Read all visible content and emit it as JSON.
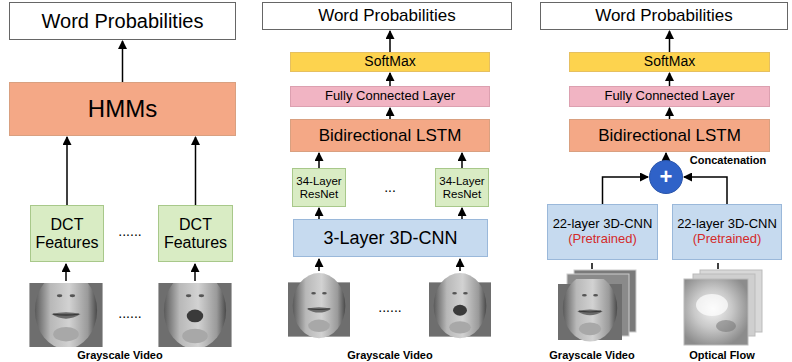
{
  "diagram": {
    "nodes": [
      {
        "text": [
          "Word Probabilities"
        ]
      },
      {
        "text": [
          "HMMs"
        ]
      },
      {
        "text": [
          "DCT Features"
        ]
      },
      {
        "text": [
          "DCT Features"
        ]
      },
      {
        "text": [
          "Word Probabilities"
        ]
      },
      {
        "text": [
          "SoftMax"
        ]
      },
      {
        "text": [
          "Fully Connected Layer"
        ]
      },
      {
        "text": [
          "Bidirectional LSTM"
        ]
      },
      {
        "text": [
          "34-Layer ResNet"
        ]
      },
      {
        "text": [
          "34-Layer ResNet"
        ]
      },
      {
        "text": [
          "3-Layer 3D-CNN"
        ]
      },
      {
        "text": [
          "Word Probabilities"
        ]
      },
      {
        "text": [
          "SoftMax"
        ]
      },
      {
        "text": [
          "Fully Connected Layer"
        ]
      },
      {
        "text": [
          "Bidirectional LSTM"
        ]
      },
      {
        "text": [
          "+"
        ]
      },
      {
        "text": [
          "22-layer 3D-CNN",
          "(Pretrained)"
        ]
      },
      {
        "text": [
          "22-layer 3D-CNN",
          "(Pretrained)"
        ]
      }
    ],
    "edges": [
      {
        "from": 1,
        "to": 0,
        "arrow": "to"
      },
      {
        "from": 2,
        "to": 1,
        "arrow": "to"
      },
      {
        "from": 3,
        "to": 1,
        "arrow": "to"
      },
      {
        "from": 5,
        "to": 4,
        "arrow": "to"
      },
      {
        "from": 6,
        "to": 5,
        "arrow": "to"
      },
      {
        "from": 7,
        "to": 6,
        "arrow": "to"
      },
      {
        "from": 8,
        "to": 7,
        "arrow": "to"
      },
      {
        "from": 9,
        "to": 7,
        "arrow": "to"
      },
      {
        "from": 10,
        "to": 8,
        "arrow": "to"
      },
      {
        "from": 10,
        "to": 9,
        "arrow": "to"
      },
      {
        "from": 12,
        "to": 11,
        "arrow": "to"
      },
      {
        "from": 13,
        "to": 12,
        "arrow": "to"
      },
      {
        "from": 14,
        "to": 13,
        "arrow": "to"
      },
      {
        "from": 15,
        "to": 14,
        "arrow": "to"
      },
      {
        "from": 16,
        "to": 15,
        "arrow": "to"
      },
      {
        "from": 17,
        "to": 15,
        "arrow": "to"
      }
    ],
    "labels": [
      "......",
      "......",
      "Grayscale Video",
      "...",
      "......",
      "Grayscale Video",
      "Concatenation",
      "Grayscale Video",
      "Optical Flow"
    ]
  }
}
